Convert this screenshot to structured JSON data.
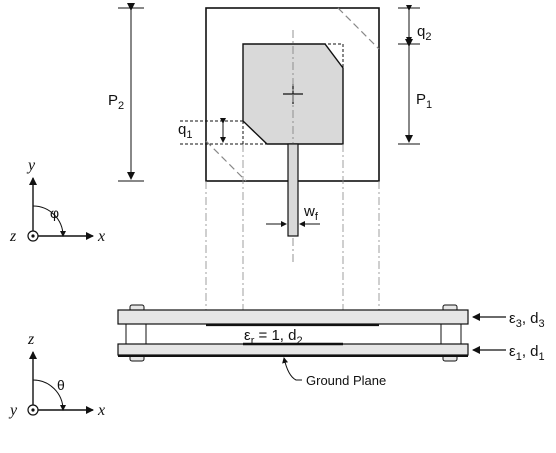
{
  "top_view": {
    "labels": {
      "q2": "q",
      "q2_sub": "2",
      "p1": "P",
      "p1_sub": "1",
      "p2": "P",
      "p2_sub": "2",
      "q1": "q",
      "q1_sub": "1",
      "wf": "w",
      "wf_sub": "f"
    }
  },
  "axes_top": {
    "y": "y",
    "z": "z",
    "x": "x",
    "angle": "φ"
  },
  "side_view": {
    "eps3": "ε",
    "eps3_sub": "3",
    "d3": ", d",
    "d3_sub": "3",
    "eps1": "ε",
    "eps1_sub": "1",
    "d1": ", d",
    "d1_sub": "1",
    "air_eps": "ε",
    "air_eps_sub": "r",
    "air_rest": " = 1, d",
    "air_d_sub": "2",
    "ground": "Ground Plane"
  },
  "axes_bottom": {
    "z": "z",
    "y": "y",
    "x": "x",
    "angle": "θ"
  },
  "colors": {
    "patch_fill": "#d9d9d9",
    "line": "#111111",
    "dash": "#888888"
  }
}
